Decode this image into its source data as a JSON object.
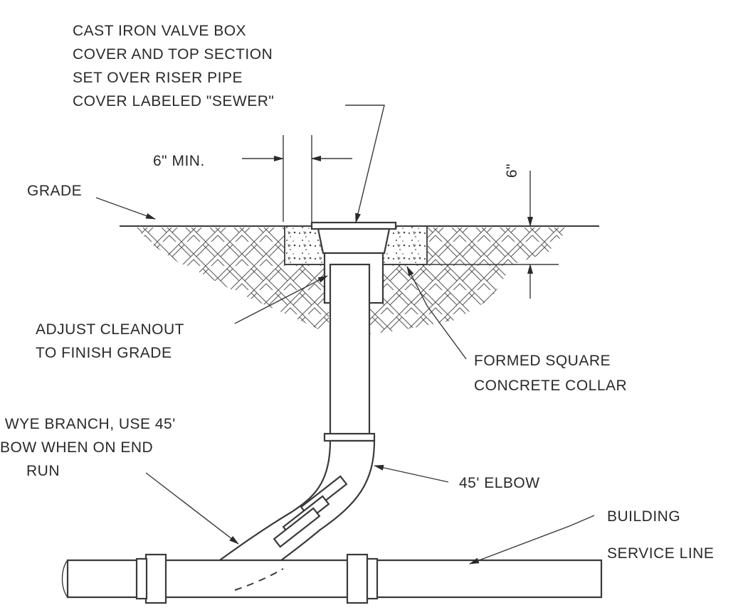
{
  "diagram": {
    "callouts": {
      "valve_box": [
        "CAST IRON VALVE BOX",
        "COVER AND TOP SECTION",
        "SET OVER RISER PIPE",
        "COVER LABELED \"SEWER\""
      ],
      "min_width": "6\" MIN.",
      "grade": "GRADE",
      "depth": "6\"",
      "adjust_cleanout": [
        "ADJUST CLEANOUT",
        "TO FINISH GRADE"
      ],
      "collar": [
        "FORMED SQUARE",
        "CONCRETE COLLAR"
      ],
      "wye_branch": [
        "' WYE BRANCH, USE 45'",
        "BOW WHEN ON END",
        "RUN"
      ],
      "elbow": "45' ELBOW",
      "service_line": [
        "BUILDING",
        "SERVICE LINE"
      ]
    }
  }
}
